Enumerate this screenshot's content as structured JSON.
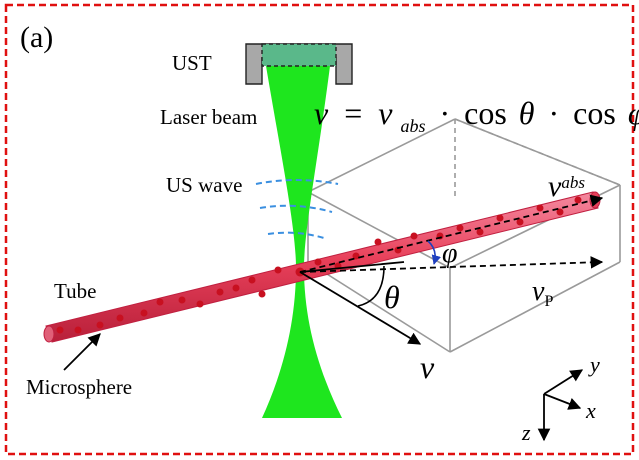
{
  "panel_label": "(a)",
  "labels": {
    "ust": "UST",
    "laser_beam": "Laser beam",
    "us_wave": "US wave",
    "tube": "Tube",
    "microsphere": "Microsphere"
  },
  "equation": {
    "lhs": "v",
    "equals": "=",
    "v": "v",
    "abs_sub": "abs",
    "dot1": "·",
    "cos1": "cos",
    "theta": "θ",
    "dot2": "·",
    "cos2": "cos",
    "phi": "φ"
  },
  "vectors": {
    "v_abs_main": "v",
    "v_abs_sub": "abs",
    "vp_main": "v",
    "vp_sub": "P",
    "v": "v",
    "theta": "θ",
    "phi": "φ"
  },
  "axes": {
    "x": "x",
    "y": "y",
    "z": "z"
  },
  "colors": {
    "frame": "#e01010",
    "beam": "#1ee61e",
    "tube": "#e8405a",
    "microsphere": "#c81020",
    "us_wave": "#3a8fe0",
    "box": "#9a9a9a",
    "transducer_body": "#a8a8a8",
    "transducer_face": "#5ab88a"
  }
}
